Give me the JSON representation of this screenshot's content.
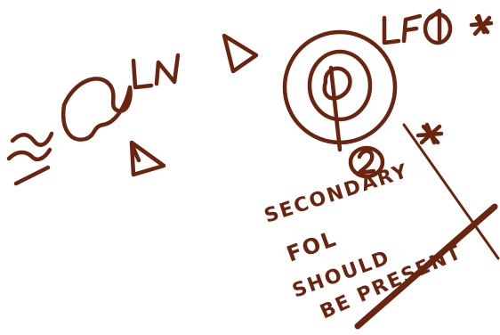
{
  "colors": {
    "ink": "#6b2410",
    "ink_dark": "#5a1c0c",
    "paper": "#ffffff"
  },
  "labels": {
    "ln": "LN",
    "lf": "LF",
    "circle_1": "1",
    "circle_2": "2",
    "note_line_1": "SECONDARY",
    "note_line_2": "FOL",
    "note_line_3": "SHOULD",
    "note_line_4": "BE PRESENT"
  },
  "symbols": {
    "approx": "approx-sign",
    "triangle": "triangle-symbol",
    "star": "star-symbol",
    "phi": "phi-symbol"
  }
}
